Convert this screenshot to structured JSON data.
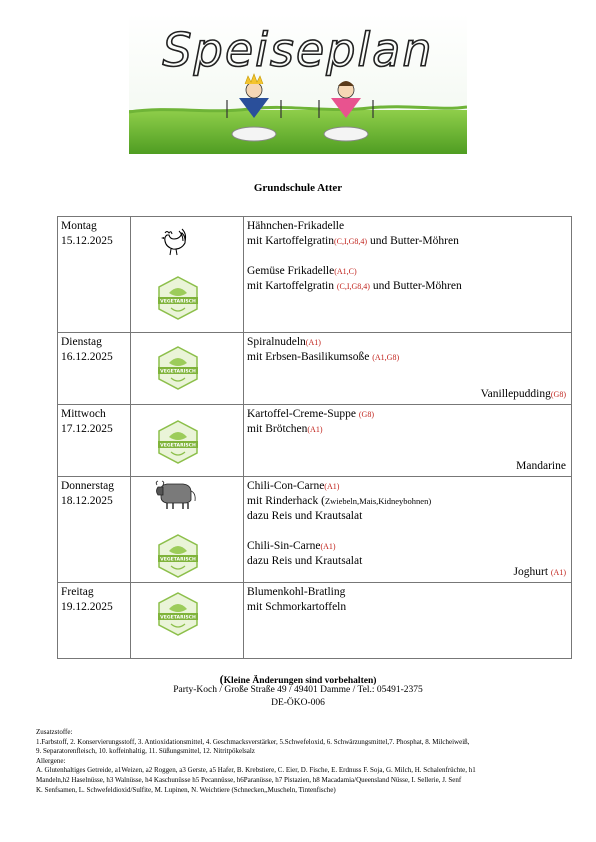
{
  "header": {
    "logo_text": "Speiseplan",
    "school": "Grundschule Atter"
  },
  "days": [
    {
      "day": "Montag",
      "date": "15.12.2025",
      "meals": [
        {
          "line1": "Hähnchen-Frikadelle",
          "line2a": "mit Kartoffelgratin",
          "alg2": "(C,I,G8,4)",
          "line2b": " und Butter-Möhren"
        },
        {
          "line1": "Gemüse Frikadelle",
          "alg1": "(A1,C)",
          "line2a": "mit Kartoffelgratin ",
          "alg2": "(C,I,G8,4)",
          "line2b": " und Butter-Möhren"
        }
      ]
    },
    {
      "day": "Dienstag",
      "date": "16.12.2025",
      "meals": [
        {
          "line1": "Spiralnudeln",
          "alg1": "(A1)",
          "line2a": "mit Erbsen-Basilikumsoße ",
          "alg2": "(A1,G8)"
        }
      ],
      "dessert": "Vanillepudding",
      "dessert_alg": "(G8)"
    },
    {
      "day": "Mittwoch",
      "date": "17.12.2025",
      "meals": [
        {
          "line1": "Kartoffel-Creme-Suppe ",
          "alg1": "(G8)",
          "line2a": "mit Brötchen",
          "alg2": "(A1)"
        }
      ],
      "dessert": "Mandarine"
    },
    {
      "day": "Donnerstag",
      "date": "18.12.2025",
      "meals": [
        {
          "line1": "Chili-Con-Carne",
          "alg1": "(A1)",
          "line2a": "mit Rinderhack (",
          "line2small": "Zwiebeln,Mais,Kidneybohnen)",
          "line3": "dazu Reis und Krautsalat"
        },
        {
          "line1": "Chili-Sin-Carne",
          "alg1": "(A1)",
          "line2a": "dazu Reis und Krautsalat"
        }
      ],
      "dessert": "Joghurt ",
      "dessert_alg": "(A1)"
    },
    {
      "day": "Freitag",
      "date": "19.12.2025",
      "meals": [
        {
          "line1": "Blumenkohl-Bratling",
          "line2a": "mit Schmorkartoffeln"
        }
      ]
    }
  ],
  "badges": {
    "veg_text": "VEGETARISCH"
  },
  "footer": {
    "note_paren": "(",
    "note": "Kleine Änderungen sind vorbehalten)",
    "address": "Party-Koch / Große Straße 49 / 49401 Damme / Tel.: 05491-2375",
    "eco": "DE-ÖKO-006"
  },
  "legend": {
    "l1": "Zusatzstoffe:",
    "l2": "1.Farbstoff, 2. Konservierungsstoff, 3. Antioxidationsmittel, 4. Geschmacksverstärker, 5.Schwefeloxid, 6. Schwärzungsmittel,7. Phosphat, 8. Milcheiweiß,",
    "l3": "9. Separatorenfleisch, 10. koffeinhaltig, 11. Süßungsmittel, 12. Nitritpökelsalz",
    "l4": "Allergene:",
    "l5": "A. Glutenhaltiges Getreide, a1Weizen, a2 Roggen, a3 Gerste, a5 Hafer, B. Krebstiere, C. Eier, D. Fische, E. Erdnuss F. Soja, G. Milch, H. Schalenfrüchte, h1",
    "l6": "Mandeln,h2 Haselnüsse, h3 Walnüsse, h4 Kaschunüsse h5 Pecannüsse, h6Paranüsse, h7 Pistazien, h8 Macadamia/Queensland Nüsse, I. Sellerie, J. Senf",
    "l7": "K. Senfsamen, L. Schwefeldioxid/Sulfite, M. Lupinen, N. Weichtiere (Schnecken,,Muscheln, Tintenfische)"
  }
}
